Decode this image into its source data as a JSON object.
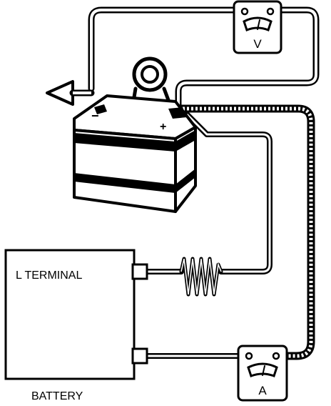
{
  "labels": {
    "terminal": "L TERMINAL",
    "box": "BATTERY",
    "voltmeter": "V",
    "ammeter": "A",
    "battery_negative": "−",
    "battery_positive": "+"
  },
  "colors": {
    "ink": "#000000",
    "paper": "#ffffff"
  },
  "icons": {
    "voltmeter": "voltmeter-icon",
    "ammeter": "ammeter-icon",
    "clamp": "inductive-clamp-icon",
    "ground": "ground-arrow-icon",
    "resistor": "resistor-icon"
  }
}
